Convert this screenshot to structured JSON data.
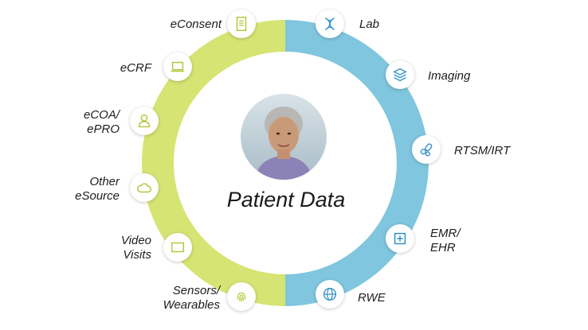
{
  "center": {
    "title": "Patient Data"
  },
  "colors": {
    "left_half": "#d6e473",
    "right_half": "#7fc6de",
    "left_icon": "#b7c63a",
    "right_icon": "#2f8fc4"
  },
  "left_items": [
    {
      "id": "econsent",
      "label": "eConsent",
      "icon": "document-icon"
    },
    {
      "id": "ecrf",
      "label": "eCRF",
      "icon": "laptop-icon"
    },
    {
      "id": "ecoa",
      "label": "eCOA/\nePRO",
      "icon": "person-icon"
    },
    {
      "id": "esource",
      "label": "Other\neSource",
      "icon": "cloud-icon"
    },
    {
      "id": "video",
      "label": "Video\nVisits",
      "icon": "screen-icon"
    },
    {
      "id": "sensors",
      "label": "Sensors/\nWearables",
      "icon": "fingerprint-icon"
    }
  ],
  "right_items": [
    {
      "id": "lab",
      "label": "Lab",
      "icon": "dna-icon"
    },
    {
      "id": "imaging",
      "label": "Imaging",
      "icon": "layers-icon"
    },
    {
      "id": "rtsm",
      "label": "RTSM/IRT",
      "icon": "pills-icon"
    },
    {
      "id": "emr",
      "label": "EMR/\nEHR",
      "icon": "medical-cross-icon"
    },
    {
      "id": "rwe",
      "label": "RWE",
      "icon": "globe-icon"
    }
  ]
}
